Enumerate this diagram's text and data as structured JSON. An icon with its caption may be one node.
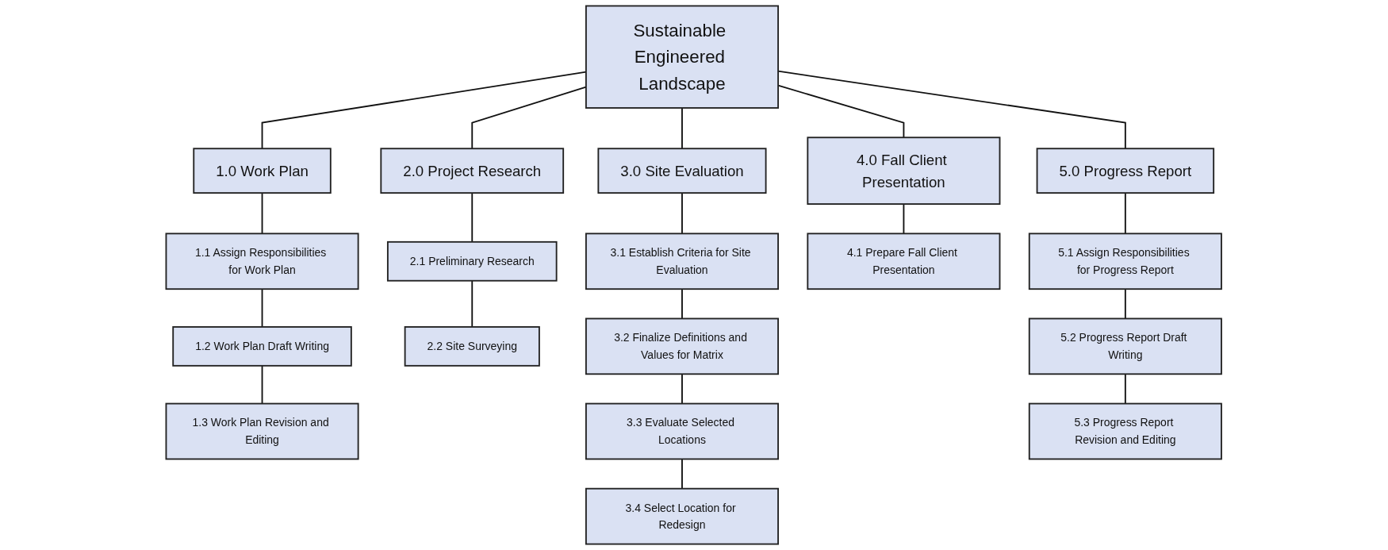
{
  "diagram": {
    "nodes": [
      {
        "text": [
          "Sustainable Engineered Landscape"
        ]
      },
      {
        "text": [
          "1.0 Work Plan"
        ]
      },
      {
        "text": [
          "1.1 Assign Responsibilities for Work Plan"
        ]
      },
      {
        "text": [
          "1.2 Work Plan Draft Writing"
        ]
      },
      {
        "text": [
          "1.3 Work Plan Revision and Editing"
        ]
      },
      {
        "text": [
          "2.0 Project Research"
        ]
      },
      {
        "text": [
          "2.1 Preliminary Research"
        ]
      },
      {
        "text": [
          "2.2 Site Surveying"
        ]
      },
      {
        "text": [
          "3.0 Site Evaluation"
        ]
      },
      {
        "text": [
          "3.1 Establish Criteria for Site Evaluation"
        ]
      },
      {
        "text": [
          "3.2 Finalize Definitions and Values for Matrix"
        ]
      },
      {
        "text": [
          "3.3 Evaluate Selected Locations"
        ]
      },
      {
        "text": [
          "3.4 Select Location for Redesign"
        ]
      },
      {
        "text": [
          "4.0 Fall Client Presentation"
        ]
      },
      {
        "text": [
          "4.1 Prepare Fall Client Presentation"
        ]
      },
      {
        "text": [
          "5.0 Progress Report"
        ]
      },
      {
        "text": [
          "5.1 Assign Responsibilities for Progress Report"
        ]
      },
      {
        "text": [
          "5.2 Progress Report Draft Writing"
        ]
      },
      {
        "text": [
          "5.3 Progress Report Revision and Editing"
        ]
      }
    ],
    "edges": [
      {
        "from": 0,
        "to": 1,
        "arrow": "none"
      },
      {
        "from": 0,
        "to": 5,
        "arrow": "none"
      },
      {
        "from": 0,
        "to": 8,
        "arrow": "none"
      },
      {
        "from": 0,
        "to": 13,
        "arrow": "none"
      },
      {
        "from": 0,
        "to": 15,
        "arrow": "none"
      },
      {
        "from": 1,
        "to": 2,
        "arrow": "none"
      },
      {
        "from": 2,
        "to": 3,
        "arrow": "none"
      },
      {
        "from": 3,
        "to": 4,
        "arrow": "none"
      },
      {
        "from": 5,
        "to": 6,
        "arrow": "none"
      },
      {
        "from": 6,
        "to": 7,
        "arrow": "none"
      },
      {
        "from": 8,
        "to": 9,
        "arrow": "none"
      },
      {
        "from": 9,
        "to": 10,
        "arrow": "none"
      },
      {
        "from": 10,
        "to": 11,
        "arrow": "none"
      },
      {
        "from": 11,
        "to": 12,
        "arrow": "none"
      },
      {
        "from": 13,
        "to": 14,
        "arrow": "none"
      },
      {
        "from": 15,
        "to": 16,
        "arrow": "none"
      },
      {
        "from": 16,
        "to": 17,
        "arrow": "none"
      },
      {
        "from": 17,
        "to": 18,
        "arrow": "none"
      }
    ]
  }
}
